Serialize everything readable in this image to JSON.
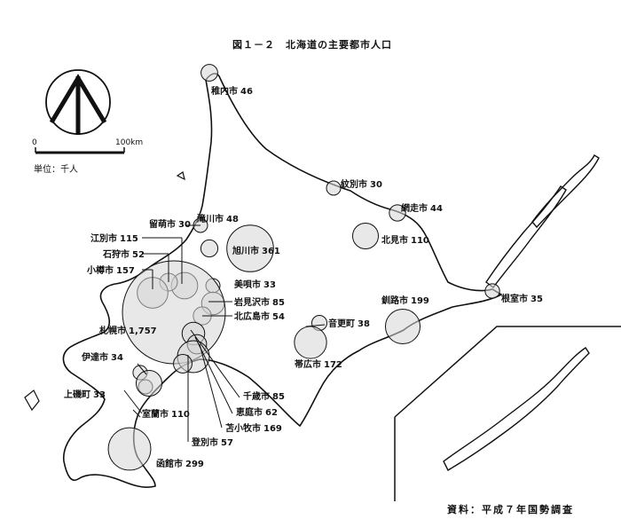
{
  "title": "図１－２　北海道の主要都市人口",
  "source": "資料：平成７年国勢調査",
  "unit": "単位：千人",
  "scale": {
    "zero": "0",
    "max": "100km"
  },
  "colors": {
    "circle_fill": "#d6d6d6",
    "ink": "#111111"
  },
  "cities": [
    {
      "name": "稚内市",
      "pop": "46"
    },
    {
      "name": "紋別市",
      "pop": "30"
    },
    {
      "name": "網走市",
      "pop": "44"
    },
    {
      "name": "北見市",
      "pop": "110"
    },
    {
      "name": "留萌市",
      "pop": "30"
    },
    {
      "name": "江別市",
      "pop": "115"
    },
    {
      "name": "石狩市",
      "pop": "52"
    },
    {
      "name": "小樽市",
      "pop": "157"
    },
    {
      "name": "滝川市",
      "pop": "48"
    },
    {
      "name": "旭川市",
      "pop": "361"
    },
    {
      "name": "美唄市",
      "pop": "33"
    },
    {
      "name": "岩見沢市",
      "pop": "85"
    },
    {
      "name": "北広島市",
      "pop": "54"
    },
    {
      "name": "札幌市",
      "pop": "1,757"
    },
    {
      "name": "音更町",
      "pop": "38"
    },
    {
      "name": "帯広市",
      "pop": "172"
    },
    {
      "name": "釧路市",
      "pop": "199"
    },
    {
      "name": "根室市",
      "pop": "35"
    },
    {
      "name": "伊達市",
      "pop": "34"
    },
    {
      "name": "上磯町",
      "pop": "33"
    },
    {
      "name": "室蘭市",
      "pop": "110"
    },
    {
      "name": "千歳市",
      "pop": "85"
    },
    {
      "name": "恵庭市",
      "pop": "62"
    },
    {
      "name": "苫小牧市",
      "pop": "169"
    },
    {
      "name": "登別市",
      "pop": "57"
    },
    {
      "name": "函館市",
      "pop": "299"
    }
  ]
}
